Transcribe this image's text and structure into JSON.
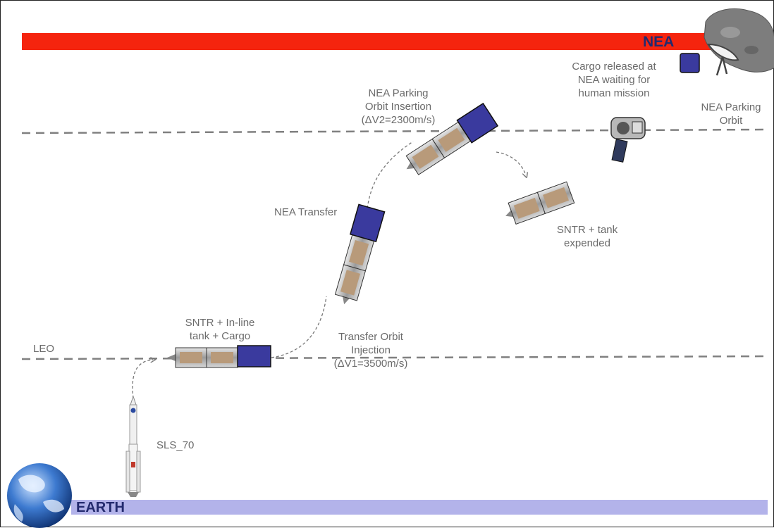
{
  "diagram": {
    "labels": {
      "nea": "NEA",
      "earth": "EARTH",
      "leo": "LEO",
      "nea_parking_orbit": [
        "NEA Parking",
        "Orbit"
      ],
      "cargo_released": [
        "Cargo released at",
        "NEA waiting for",
        "human mission"
      ],
      "parking_insertion": [
        "NEA Parking",
        "Orbit Insertion",
        "(ΔV2=2300m/s)"
      ],
      "nea_transfer": "NEA Transfer",
      "sntr_tank_expended": [
        "SNTR + tank",
        "expended"
      ],
      "sntr_inline_cargo": [
        "SNTR + In-line",
        "tank + Cargo"
      ],
      "transfer_orbit_injection": [
        "Transfer Orbit",
        "Injection",
        "(ΔV1=3500m/s)"
      ],
      "sls": "SLS_70"
    },
    "colors": {
      "nea_bar": "#f5240e",
      "nea_text": "#232a6e",
      "earth_bar": "#b3b3ea",
      "earth_text": "#232a6e",
      "cargo": "#3a3a9e",
      "tank": "#b89a7a",
      "orbit_line": "#808080",
      "label_text": "#6b6b6b"
    }
  }
}
